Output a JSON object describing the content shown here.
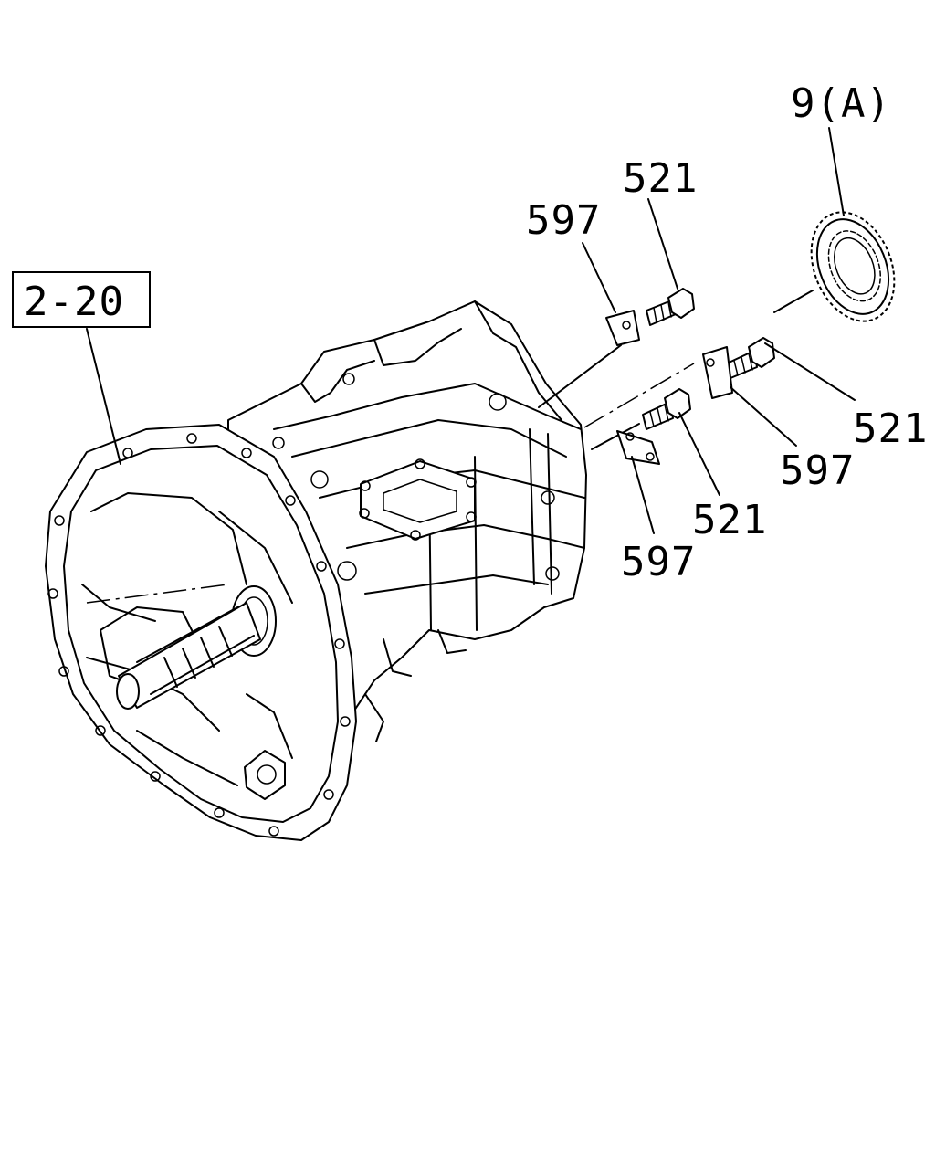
{
  "callouts": {
    "ref_box": "2-20",
    "ring_gear": "9(A)",
    "bolt_top": "521",
    "plate_top": "597",
    "bolt_right": "521",
    "plate_right": "597",
    "bolt_mid": "521",
    "plate_bottom": "597"
  }
}
